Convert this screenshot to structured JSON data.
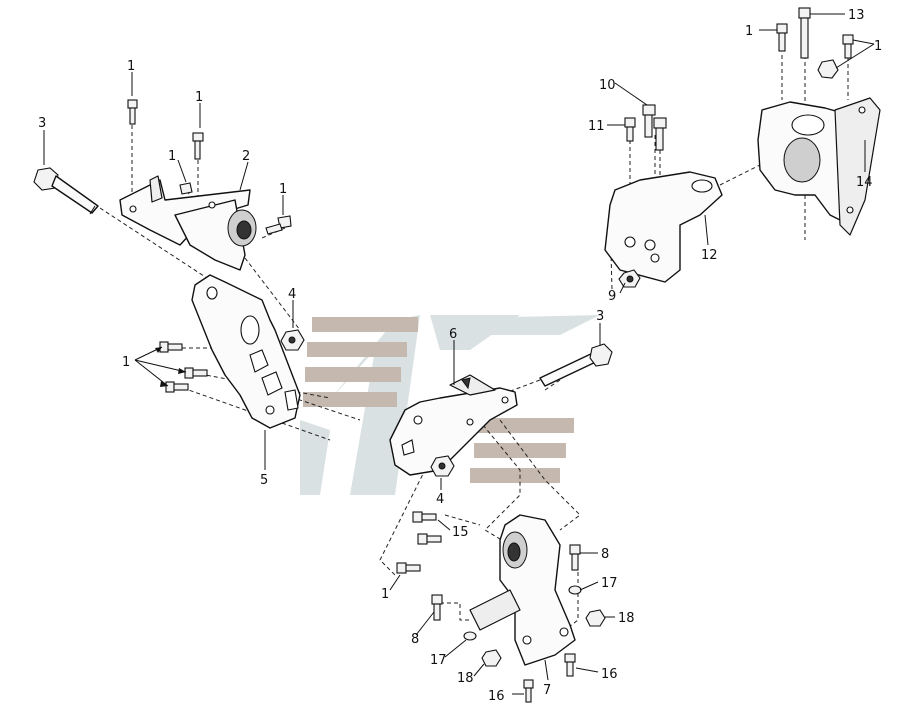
{
  "callouts": [
    {
      "id": "c-1a",
      "text": "1"
    },
    {
      "id": "c-1b",
      "text": "1"
    },
    {
      "id": "c-1c",
      "text": "1"
    },
    {
      "id": "c-1d",
      "text": "1"
    },
    {
      "id": "c-1e",
      "text": "1"
    },
    {
      "id": "c-1f",
      "text": "1"
    },
    {
      "id": "c-1g",
      "text": "1"
    },
    {
      "id": "c-1h",
      "text": "1"
    },
    {
      "id": "c-2",
      "text": "2"
    },
    {
      "id": "c-3a",
      "text": "3"
    },
    {
      "id": "c-3b",
      "text": "3"
    },
    {
      "id": "c-4a",
      "text": "4"
    },
    {
      "id": "c-4b",
      "text": "4"
    },
    {
      "id": "c-5",
      "text": "5"
    },
    {
      "id": "c-6",
      "text": "6"
    },
    {
      "id": "c-7",
      "text": "7"
    },
    {
      "id": "c-8a",
      "text": "8"
    },
    {
      "id": "c-8b",
      "text": "8"
    },
    {
      "id": "c-9",
      "text": "9"
    },
    {
      "id": "c-10",
      "text": "10"
    },
    {
      "id": "c-11",
      "text": "11"
    },
    {
      "id": "c-12",
      "text": "12"
    },
    {
      "id": "c-13",
      "text": "13"
    },
    {
      "id": "c-14",
      "text": "14"
    },
    {
      "id": "c-15",
      "text": "15"
    },
    {
      "id": "c-16a",
      "text": "16"
    },
    {
      "id": "c-16b",
      "text": "16"
    },
    {
      "id": "c-17a",
      "text": "17"
    },
    {
      "id": "c-17b",
      "text": "17"
    },
    {
      "id": "c-18a",
      "text": "18"
    },
    {
      "id": "c-18b",
      "text": "18"
    }
  ],
  "watermark": {
    "color": "#b9a99c",
    "accent": "#cfd8db"
  }
}
